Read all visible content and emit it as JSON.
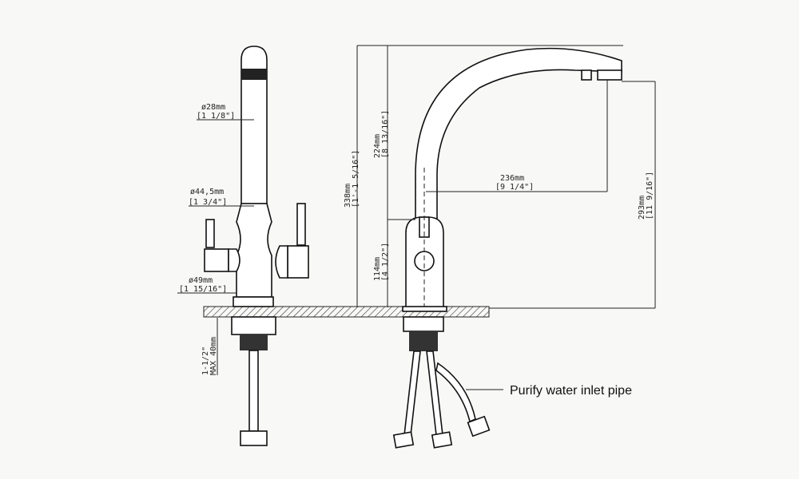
{
  "left_view": {
    "spout_diameter": {
      "mm": "ø28mm",
      "inch": "[1 1/8\"]"
    },
    "body_diameter": {
      "mm": "ø44,5mm",
      "inch": "[1 3/4\"]"
    },
    "base_diameter": {
      "mm": "ø49mm",
      "inch": "[1 15/16\"]"
    },
    "deck_thickness": {
      "line1": "1-1/2\"",
      "line2": "MAX 40mm"
    }
  },
  "right_view": {
    "total_height": {
      "mm": "338mm",
      "inch": "[1'-1 5/16\"]"
    },
    "spout_height": {
      "mm": "224mm",
      "inch": "[8 13/16\"]"
    },
    "body_height": {
      "mm": "114mm",
      "inch": "[4 1/2\"]"
    },
    "reach": {
      "mm": "236mm",
      "inch": "[9 1/4\"]"
    },
    "outlet_height": {
      "mm": "293mm",
      "inch": "[11 9/16\"]"
    }
  },
  "callout": {
    "label": "Purify water inlet pipe"
  }
}
